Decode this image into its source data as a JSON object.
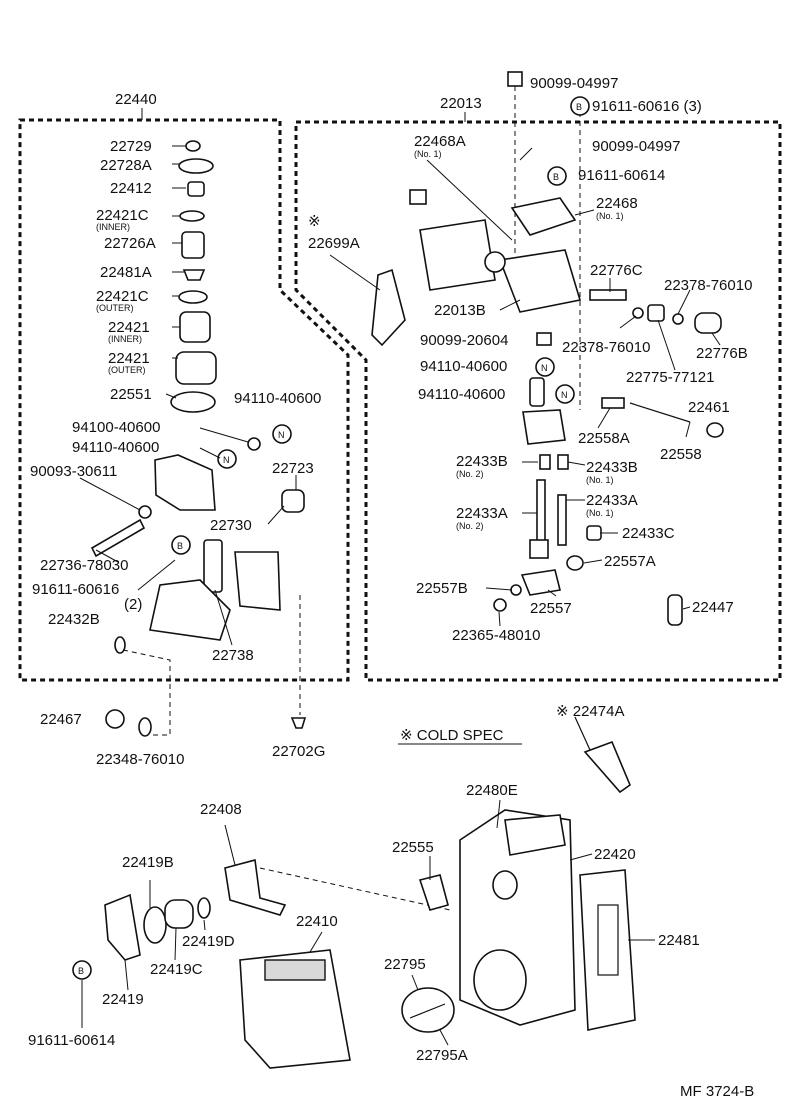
{
  "groups": {
    "left_assy": "22440",
    "right_assy": "22013",
    "cold_spec": "※ COLD SPEC"
  },
  "parts": {
    "p22729": "22729",
    "p22728A": "22728A",
    "p22412": "22412",
    "p22421C_inner": "22421C",
    "p22726A": "22726A",
    "p22481A": "22481A",
    "p22421C_outer": "22421C",
    "p22421_inner": "22421",
    "p22421_outer": "22421",
    "p22551": "22551",
    "p94110_40600_a": "94110-40600",
    "p94100_40600": "94100-40600",
    "p94110_40600_b": "94110-40600",
    "p90093_30611": "90093-30611",
    "p22723": "22723",
    "p22730": "22730",
    "p22736_78030": "22736-78030",
    "p91611_60616": "91611-60616",
    "p22432B": "22432B",
    "p22738": "22738",
    "p22467": "22467",
    "p22348_76010": "22348-76010",
    "p22702G": "22702G",
    "p90099_04997_top": "90099-04997",
    "p91611_60616_3": "91611-60616 (3)",
    "p22468A": "22468A",
    "p90099_04997": "90099-04997",
    "p91611_60614_r": "91611-60614",
    "p22468": "22468",
    "p22699A": "22699A",
    "p22776C": "22776C",
    "p22378_76010_a": "22378-76010",
    "p22013B": "22013B",
    "p90099_20604": "90099-20604",
    "p22378_76010_b": "22378-76010",
    "p22776B": "22776B",
    "p94110_40600_c": "94110-40600",
    "p22775_77121": "22775-77121",
    "p94110_40600_d": "94110-40600",
    "p22461": "22461",
    "p22558A": "22558A",
    "p22558": "22558",
    "p22433B_2": "22433B",
    "p22433B_1": "22433B",
    "p22433A_1": "22433A",
    "p22433A_2": "22433A",
    "p22433C": "22433C",
    "p22557A": "22557A",
    "p22557B": "22557B",
    "p22557": "22557",
    "p22447": "22447",
    "p22365_48010": "22365-48010",
    "p22474A": "※ 22474A",
    "p22699A_mark": "※",
    "p22408": "22408",
    "p22480E": "22480E",
    "p22555": "22555",
    "p22420": "22420",
    "p22419B": "22419B",
    "p22410": "22410",
    "p22481": "22481",
    "p22419D": "22419D",
    "p22419C": "22419C",
    "p22795": "22795",
    "p22419": "22419",
    "p91611_60614_l": "91611-60614",
    "p22795A": "22795A"
  },
  "notes": {
    "inner_a": "(INNER)",
    "outer_a": "(OUTER)",
    "inner_b": "(INNER)",
    "outer_b": "(OUTER)",
    "no1_a": "(No. 1)",
    "no1_b": "(No. 1)",
    "no2_a": "(No. 2)",
    "no1_c": "(No. 1)",
    "no1_d": "(No. 1)",
    "no2_b": "(No. 2)",
    "qty2": "(2)"
  },
  "symbols": {
    "bolt_mark": "B",
    "nut_mark": "N"
  },
  "footer": {
    "code": "MF  3724-B"
  }
}
